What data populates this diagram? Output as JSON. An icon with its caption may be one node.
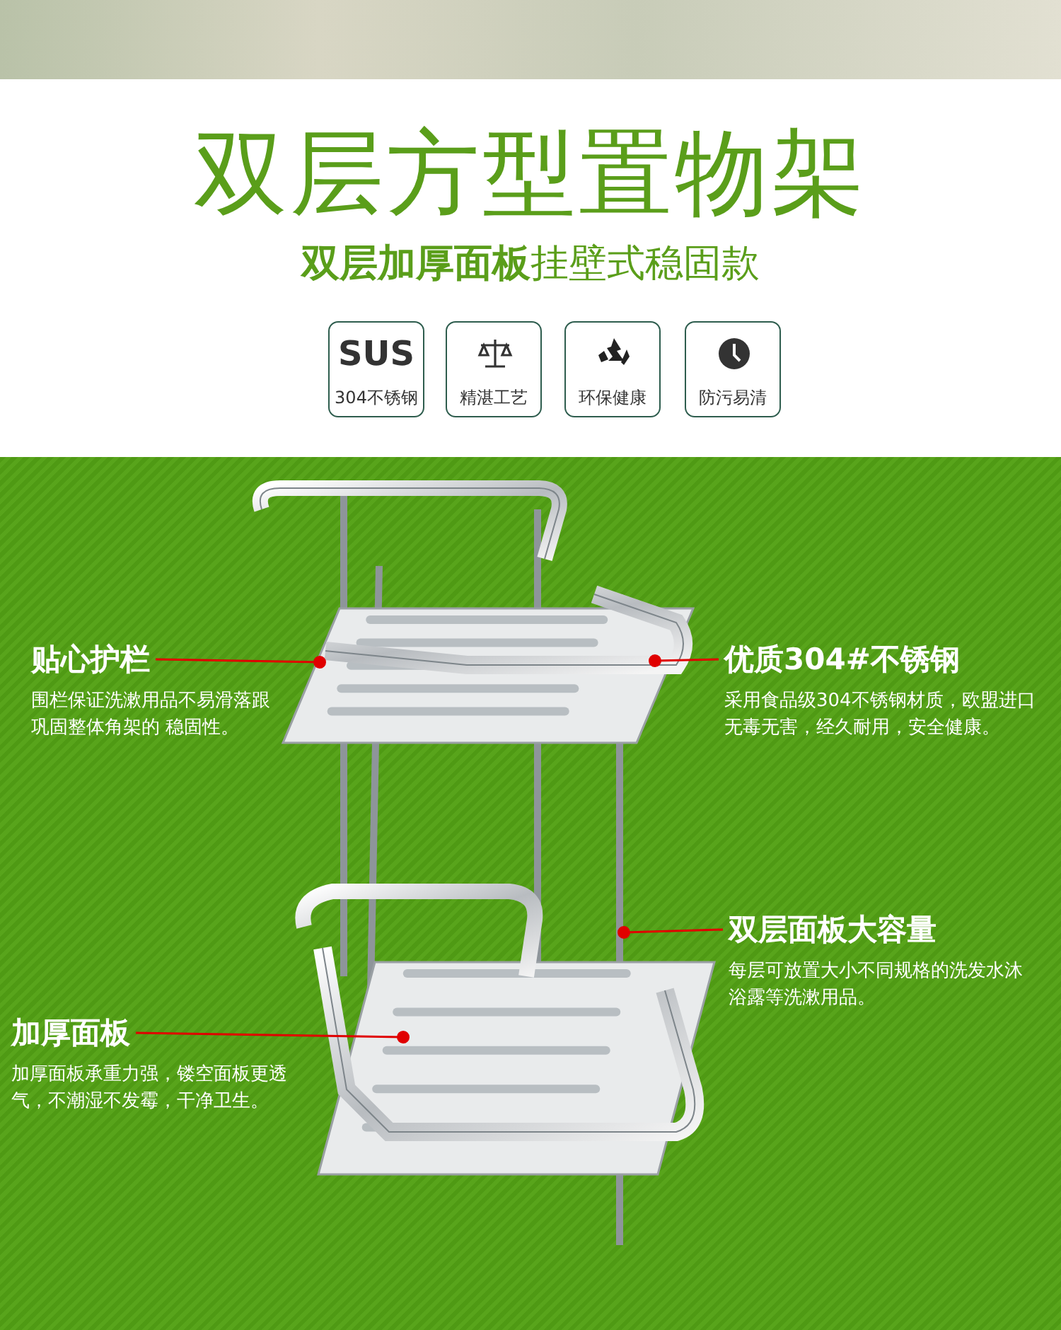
{
  "diagram": {
    "title": "双层方型置物架",
    "nodes": [
      {
        "text": [
          "SUS",
          "304不锈钢"
        ]
      },
      {
        "text": [
          "精湛工艺"
        ]
      },
      {
        "text": [
          "环保健康"
        ]
      },
      {
        "text": [
          "防污易清"
        ]
      },
      {
        "text": [
          "贴心护栏",
          "围栏保证洗漱用品不易滑落跟巩固整体角架的 稳固性。"
        ]
      },
      {
        "text": [
          "优质304#不锈钢",
          "采用食品级304不锈钢材质，欧盟进口无毒无害，经久耐用，安全健康。"
        ]
      },
      {
        "text": [
          "双层面板大容量",
          "每层可放置大小不同规格的洗发水沐浴露等洗漱用品。"
        ]
      },
      {
        "text": [
          "加厚面板",
          "加厚面板承重力强，镂空面板更透气，不潮湿不发霉，干净卫生。"
        ]
      }
    ],
    "edges": [
      {
        "from": 4,
        "to": null,
        "arrow": "other",
        "color": "#e00000"
      },
      {
        "from": 5,
        "to": null,
        "arrow": "other",
        "color": "#e00000"
      },
      {
        "from": 6,
        "to": null,
        "arrow": "other",
        "color": "#e00000"
      },
      {
        "from": 7,
        "to": null,
        "arrow": "other",
        "color": "#e00000"
      }
    ],
    "labels": [
      "**双层加厚面板**挂壁式稳固款"
    ]
  }
}
